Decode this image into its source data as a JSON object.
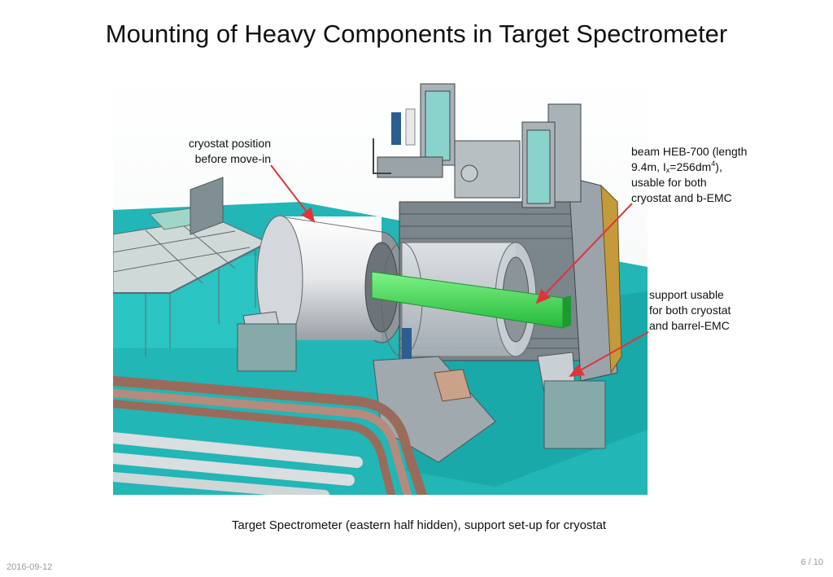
{
  "slide": {
    "title": "Mounting of Heavy Components in Target Spectrometer",
    "caption": "Target Spectrometer (eastern half hidden), support set-up for cryostat",
    "date": "2016-09-12",
    "page": "6 / 10"
  },
  "annotations": {
    "cryostat_line1": "cryostat position",
    "cryostat_line2": "before move-in",
    "beam_line1": "beam HEB-700 (length",
    "beam_line2_pre": "9.4m, I",
    "beam_line2_sub": "x",
    "beam_line2_mid": "=256dm",
    "beam_line2_sup": "4",
    "beam_line2_post": "),",
    "beam_line3": "usable for  both",
    "beam_line4": "cryostat and b-EMC",
    "support_line1": "support usable",
    "support_line2": "for both cryostat",
    "support_line3": "and barrel-EMC"
  },
  "colors": {
    "arrow": "#e0343b",
    "floor": "#1fb3b3",
    "beam": "#35e14a",
    "rail": "#a97a6c"
  }
}
